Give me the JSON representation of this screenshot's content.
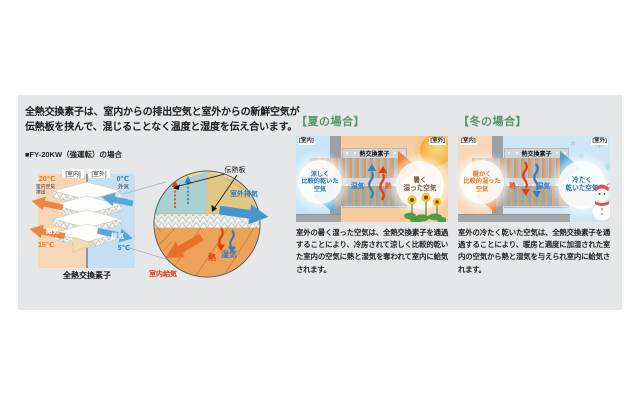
{
  "colors": {
    "accent_green": "#569668",
    "orange_arrow": "#ed7c2d",
    "blue_arrow": "#4e9fd2",
    "heat_red": "#e8380d",
    "moisture_blue": "#2e7fc0",
    "panel_gray": "#e5e7e9"
  },
  "intro": {
    "description": "全熱交換素子は、室内からの排出空気と室外からの新鮮空気が伝熱板を挟んで、混じることなく温度と湿度を伝え合います。",
    "model_note": "■FY-20KW（強運転）の場合"
  },
  "element_diagram": {
    "indoor_tag": "[室内]",
    "outdoor_tag": "[室外]",
    "exhaust_temp": "20℃",
    "exhaust_line1": "室内空気",
    "exhaust_line2": "排出",
    "outdoor_temp": "0℃",
    "outdoor_label": "外気",
    "supply_arrow_label": "給気",
    "supply_temp": "15℃",
    "exhaust_arrow_label": "排気",
    "exhaust_out_temp": "5℃",
    "caption": "全熱交換素子"
  },
  "detail_circle": {
    "plate_label": "伝熱板",
    "outdoor_exhaust_label": "室外排気",
    "indoor_supply_label": "室内給気",
    "heat_label": "熱",
    "moisture_label": "湿気"
  },
  "summer": {
    "title": "【夏の場合】",
    "indoor_tag": "[室内]",
    "outdoor_tag": "[室外]",
    "element_label": "熱交換素子",
    "indoor_air_text": "涼しく\n比較的乾いた\n空気",
    "outdoor_air_text": "暑く\n湿った空気",
    "moisture_label": "湿気",
    "heat_label": "熱",
    "description": "室外の暑く湿った空気は、全熱交換素子を通過することにより、冷房されて涼しく比較的乾いた室内の空気に熱と湿気を奪われて室内に給気されます。"
  },
  "winter": {
    "title": "【冬の場合】",
    "indoor_tag": "[室内]",
    "outdoor_tag": "[室外]",
    "element_label": "熱交換素子",
    "indoor_air_text": "暖かく\n比較的湿った\n空気",
    "outdoor_air_text": "冷たく\n乾いた空気",
    "heat_label": "熱",
    "moisture_label": "湿気",
    "description": "室外の冷たく乾いた空気は、全熱交換素子を通過することにより、暖房と適度に加湿された室内の空気から熱と湿気を与えられ室内に給気されます。"
  }
}
